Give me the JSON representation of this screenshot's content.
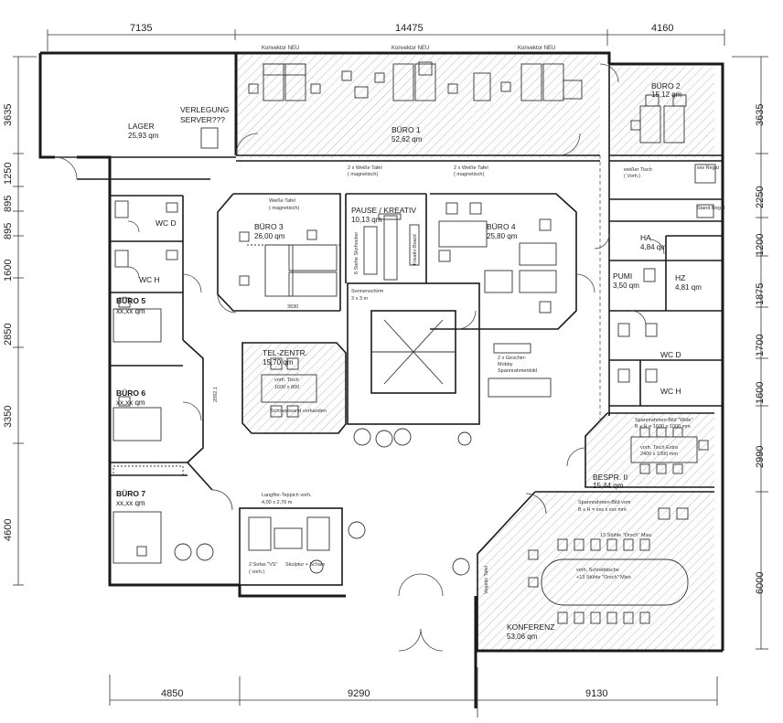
{
  "dimensions": {
    "top": [
      "7135",
      "14475",
      "4160"
    ],
    "bottom": [
      "4850",
      "9290",
      "9130"
    ],
    "left": [
      "3635",
      "1250",
      "895",
      "895",
      "1600",
      "2850",
      "3350",
      "4600"
    ],
    "right": [
      "3635",
      "2250",
      "1200",
      "1875",
      "1700",
      "1600",
      "2990",
      "6000"
    ]
  },
  "rooms": {
    "lager": {
      "name": "LAGER",
      "area": "25,93 qm"
    },
    "verlegung": {
      "line1": "VERLEGUNG",
      "line2": "SERVER???"
    },
    "buero1": {
      "name": "BÜRO 1",
      "area": "52,62 qm"
    },
    "buero2": {
      "name": "BÜRO 2",
      "area": "15,12 qm"
    },
    "buero3": {
      "name": "BÜRO 3",
      "area": "26,00 qm"
    },
    "buero4": {
      "name": "BÜRO 4",
      "area": "25,80 qm"
    },
    "pause": {
      "name": "PAUSE / KREATIV",
      "area": "10,13 qm"
    },
    "buero5": {
      "name": "BÜRO 5",
      "area": "xx,xx qm"
    },
    "buero6": {
      "name": "BÜRO 6",
      "area": "xx,xx qm"
    },
    "buero7": {
      "name": "BÜRO 7",
      "area": "xx,xx qm"
    },
    "telzentr": {
      "name": "TEL-ZENTR.",
      "area": "15,70 qm"
    },
    "ha": {
      "name": "HA",
      "area": "4,84 qm"
    },
    "pumi": {
      "name": "PUMI",
      "area": "3,50 qm"
    },
    "hz": {
      "name": "HZ",
      "area": "4,81 qm"
    },
    "besp": {
      "name": "BESPR. II",
      "area": "15,44 qm"
    },
    "konferenz": {
      "name": "KONFERENZ",
      "area": "53,06 qm"
    },
    "wcd_left": {
      "name": "WC D"
    },
    "wch_left": {
      "name": "WC H"
    },
    "wcd_right": {
      "name": "WC D"
    },
    "wch_right": {
      "name": "WC H"
    }
  },
  "labels": {
    "konvektor": "Konvektor NEU",
    "weisse_tafel": "2 x Weiße Tafel",
    "magnetisch": "( magnetisch)",
    "weisse_tafel_single": "Weiße Tafel",
    "weisse_tafel_single_sub": "( magnetisch)",
    "weisser_tisch": "weißer Tisch",
    "weisser_tisch_sub": "( Vorh.)",
    "sonnenschirm": "Sonnenschirm",
    "sonnenschirm_size": "3 x 3 m",
    "sitzhocker": "6 Stehe Sitzhocker",
    "kreativ_board": "Kreativ-Board",
    "geschirr": "2 x Geschirr-",
    "mobby": "Mobby",
    "spannrahmenbild": "Spannrahmenbild",
    "spannrahmen_bild_wide": "Spannrahmen-Bild \"Wide\"",
    "spannrahmen_size": "B x H = 1600 x 1000 mm",
    "vorh_tisch": "vorh. Tisch Extra",
    "vorh_tisch_size": "2400 x 1000 mm",
    "spannrahmen_bild_konf": "Spannrahmen-Bild vom",
    "spannrahmen_konf_size": "B x H = xxx x xxx mm",
    "stuehle": "13 Stühle \"Orsch\" Miso",
    "vorh_schreibtisch": "vorh. Schreibtische",
    "stuehle2": "+13 Stühle \"Orsch\" Miso",
    "vegetix": "Vegetix Tafel",
    "teppich": "Langflor-Teppich vorh.",
    "teppich_size": "4,00 x 2,70 m",
    "sofas": "2 Sofas \"VS\"",
    "sofas_sub": "( vorh.)",
    "skulptur": "Skulptur + Schale",
    "tisch_tel": "vorh. Tisch",
    "tisch_tel_size": "1600 x 800",
    "schrankwand": "Schrankwand vorhanden",
    "mass_3930": "3930",
    "mass_2092": "2092,1",
    "stand_regal": "Stand Regal",
    "www_regal": "ww Regal"
  }
}
